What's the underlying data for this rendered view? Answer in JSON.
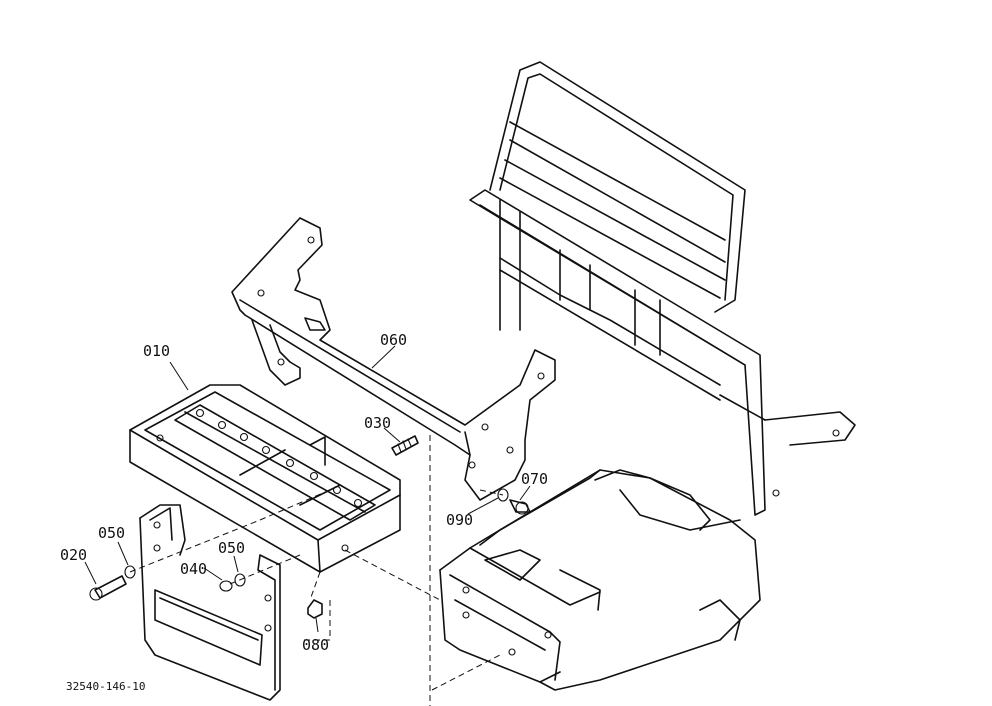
{
  "parts": {
    "p010": "010",
    "p020": "020",
    "p030": "030",
    "p040": "040",
    "p050a": "050",
    "p050b": "050",
    "p060": "060",
    "p070": "070",
    "p080": "080",
    "p090": "090"
  },
  "drawing_code": "32540-146-10"
}
